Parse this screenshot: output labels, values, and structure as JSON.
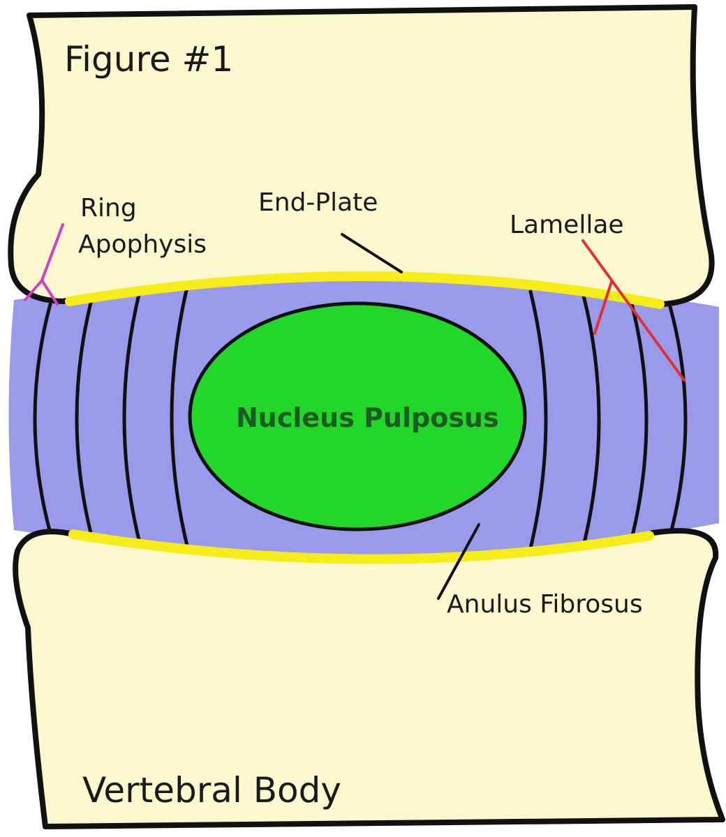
{
  "figure_label": "Figure #1",
  "labels": {
    "ring_apophysis_line1": "Ring",
    "ring_apophysis_line2": "Apophysis",
    "end_plate": "End-Plate",
    "lamellae": "Lamellae",
    "nucleus_pulposus": "Nucleus Pulposus",
    "anulus_fibrosus": "Anulus Fibrosus",
    "vertebral_body": "Vertebral Body"
  },
  "colors": {
    "vertebral_body": "#fbf7cf",
    "anulus_fibrosus": "#9a9aec",
    "nucleus_pulposus": "#22d62a",
    "nucleus_text": "#1f5a24",
    "end_plate": "#f5ec1a",
    "ring_apophysis_pointer": "#d040c0",
    "lamellae_pointer": "#e03030",
    "outline": "#111111"
  }
}
